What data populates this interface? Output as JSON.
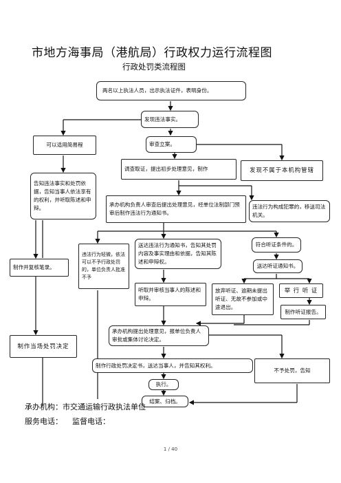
{
  "title": "市地方海事局（港航局）行政权力运行流程图",
  "subtitle": "行政处罚类流程图",
  "steps": {
    "s1": "两名以上执法人员，出示执法证件，表明身份。",
    "s2": "发现违法事实。",
    "s3": "可以适用简易程",
    "s4": "审查立案。",
    "s5": "调查取证，提出初步处理意见，制作",
    "s6": "发现不属于本机构管辖",
    "s7": "告知违法事实和处罚依据，告知当事人依法享有的权利，并听取陈述和申辩。",
    "s8": "承办机构负责人审查后提出处理意见，经单位法制部门预审后制作违法行为通知书。",
    "s9": "违法行为构成犯罪的，移送司法机关。",
    "s10": "违法行为轻微，依法可以不予行政处罚的，单位负责人批准不予",
    "s11": "送达违法行为通知书，告知其处罚内容及事实理由和依据，告知其陈述和申辩权。",
    "s12": "符合听证条件的。",
    "s13": "制作并复核笔录。",
    "s14": "送达听证通知书。",
    "s15": "听取并审核当事人的陈述和申辩。",
    "s16": "放弃听证、逾期未提出听证、无故不参加或中途退出。",
    "s17": "举 行 听 证",
    "s18": "制作听证报告。",
    "s19": "承办机构提出处理意见，报单位负责人审批或集体讨论决定。",
    "s20": "制作当场处罚决定",
    "s21": "制作行政处罚决定书，送达当事人，并告知其权利。",
    "s22": "不予处罚，告知",
    "s23": "执行。",
    "s24": "结案、归档。"
  },
  "footer": {
    "line1": "承办机构：市交通运输行政执法单位",
    "line2": "服务电话：    监督电话："
  },
  "page": "1 / 40"
}
